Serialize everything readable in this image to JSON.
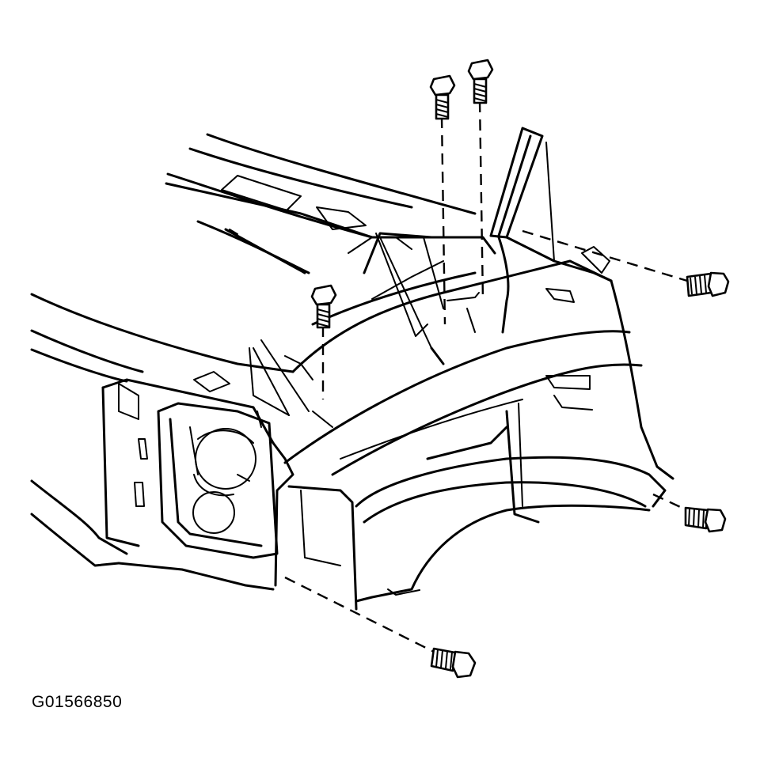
{
  "figure": {
    "id_label": "G01566850",
    "description_parts": [
      "front-fender",
      "cowl",
      "radiator-support",
      "headlamp-opening",
      "wheel-opening",
      "fender-bolts"
    ]
  }
}
